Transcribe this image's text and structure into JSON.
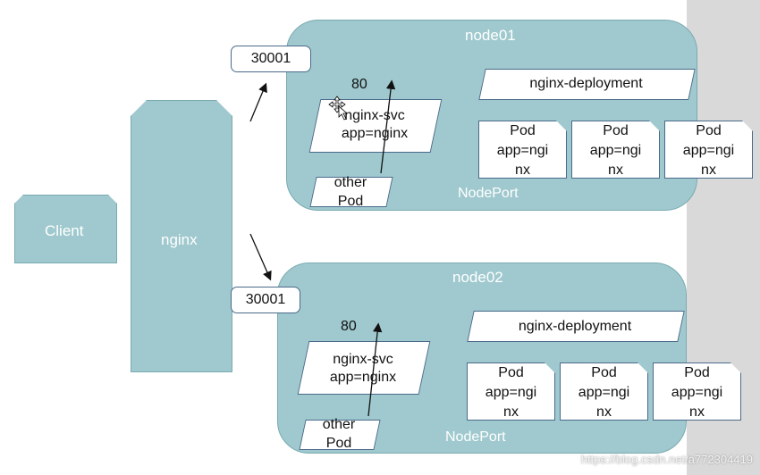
{
  "client": {
    "label": "Client"
  },
  "nginx": {
    "label": "nginx"
  },
  "nodes": [
    {
      "title": "node01",
      "port": "30001",
      "svc_port": "80",
      "svc_line1": "nginx-svc",
      "svc_line2": "app=nginx",
      "other_line1": "other",
      "other_line2": "Pod",
      "deployment": "nginx-deployment",
      "nodeport": "NodePort",
      "pods": [
        {
          "line1": "Pod",
          "line2": "app=ngi",
          "line3": "nx"
        },
        {
          "line1": "Pod",
          "line2": "app=ngi",
          "line3": "nx"
        },
        {
          "line1": "Pod",
          "line2": "app=ngi",
          "line3": "nx"
        }
      ]
    },
    {
      "title": "node02",
      "port": "30001",
      "svc_port": "80",
      "svc_line1": "nginx-svc",
      "svc_line2": "app=nginx",
      "other_line1": "other",
      "other_line2": "Pod",
      "deployment": "nginx-deployment",
      "nodeport": "NodePort",
      "pods": [
        {
          "line1": "Pod",
          "line2": "app=ngi",
          "line3": "nx"
        },
        {
          "line1": "Pod",
          "line2": "app=ngi",
          "line3": "nx"
        },
        {
          "line1": "Pod",
          "line2": "app=ngi",
          "line3": "nx"
        }
      ]
    }
  ],
  "watermark": "https://blog.csdn.net/a772304419"
}
